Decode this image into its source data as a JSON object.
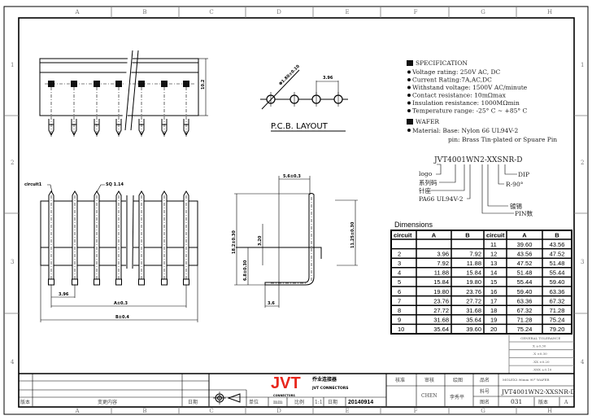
{
  "frame": {
    "columns": [
      "A",
      "B",
      "C",
      "D",
      "E",
      "F",
      "G",
      "H"
    ],
    "rows": [
      "1",
      "2",
      "3",
      "4"
    ]
  },
  "top_view": {
    "height_dim": "10.2"
  },
  "pcb_layout": {
    "title": "P.C.B. LAYOUT",
    "hole_dim": "Φ1.80±0.10",
    "pitch_dim": "3.96"
  },
  "front_view": {
    "circuit_label": "circuit1",
    "pin_label": "SQ 1.14",
    "pitch_dim": "3.96",
    "a_dim": "A±0.3",
    "b_dim": "B±0.4"
  },
  "side_view": {
    "width_dim": "5.6±0.3",
    "height_dim": "18.2±0.30",
    "offset_dim": "3.20",
    "lower_dim": "6.8±0.30",
    "latch_dim": "11.25±0.30",
    "tail_dim": "3.6"
  },
  "specification": {
    "title": "SPECIFICATION",
    "items": [
      "Voltage rating: 250V AC, DC",
      "Current Rating:7A,AC,DC",
      "Withstand voltage: 1500V AC/minute",
      "Contact resistance: 10mΩmax",
      "Insulation resistance: 1000MΩmin",
      "Temperature range: -25° C ~ +85° C"
    ],
    "wafer_title": "WAFER",
    "material": "Material: Base: Nylon 66 UL94V-2",
    "pin": "pin: Brass Tin-plated or Spuare Pin"
  },
  "part_number": {
    "code": "JVT4001WN2-XXSNR-D",
    "legend": [
      "logo",
      "系列码",
      "针座",
      "PA66 UL94V-2",
      "DIP",
      "R-90°",
      "镀锡",
      "PIN数"
    ]
  },
  "dimensions": {
    "title": "Dimensions",
    "headers": [
      "circuit",
      "A",
      "B",
      "circuit",
      "A",
      "B"
    ],
    "rows": [
      [
        "",
        "",
        "",
        "11",
        "39.60",
        "43.56"
      ],
      [
        "2",
        "3.96",
        "7.92",
        "12",
        "43.56",
        "47.52"
      ],
      [
        "3",
        "7.92",
        "11.88",
        "13",
        "47.52",
        "51.48"
      ],
      [
        "4",
        "11.88",
        "15.84",
        "14",
        "51.48",
        "55.44"
      ],
      [
        "5",
        "15.84",
        "19.80",
        "15",
        "55.44",
        "59.40"
      ],
      [
        "6",
        "19.80",
        "23.76",
        "16",
        "59.40",
        "63.36"
      ],
      [
        "7",
        "23.76",
        "27.72",
        "17",
        "63.36",
        "67.32"
      ],
      [
        "8",
        "27.72",
        "31.68",
        "18",
        "67.32",
        "71.28"
      ],
      [
        "9",
        "31.68",
        "35.64",
        "19",
        "71.28",
        "75.24"
      ],
      [
        "10",
        "35.64",
        "39.60",
        "20",
        "75.24",
        "79.20"
      ]
    ]
  },
  "tolerance": {
    "title": "GENERAL TOLERANCE",
    "rows": [
      "X ±0.30",
      ".X ±0.30",
      ".XX ±0.20",
      ".XXX ±0.10"
    ]
  },
  "title_block": {
    "version_label": "版本",
    "change_label": "变更内容",
    "date_label": "日期",
    "unit_label": "单位",
    "unit": "mm",
    "scale_label": "比例",
    "scale": "1:1",
    "date_label2": "日期",
    "date": "20140914",
    "logo": "JVT",
    "company_cn": "乔业连接器",
    "company_en": "JVT CONNECTORS",
    "logo_sub": "CONNECTORS",
    "approve_label": "核准",
    "review_label": "审核",
    "drawn_label": "绘图",
    "reviewer": "CHEN",
    "drafter": "李秀平",
    "name_label": "品名",
    "name": "MOLEX3.96mm 90° WAFER",
    "part_label": "料号",
    "part": "JVT4001WN2-XXSNR-D",
    "drawing_label": "图名",
    "drawing": "031",
    "rev_label": "版本",
    "rev": "A"
  },
  "colors": {
    "logo": "#e8261c"
  }
}
